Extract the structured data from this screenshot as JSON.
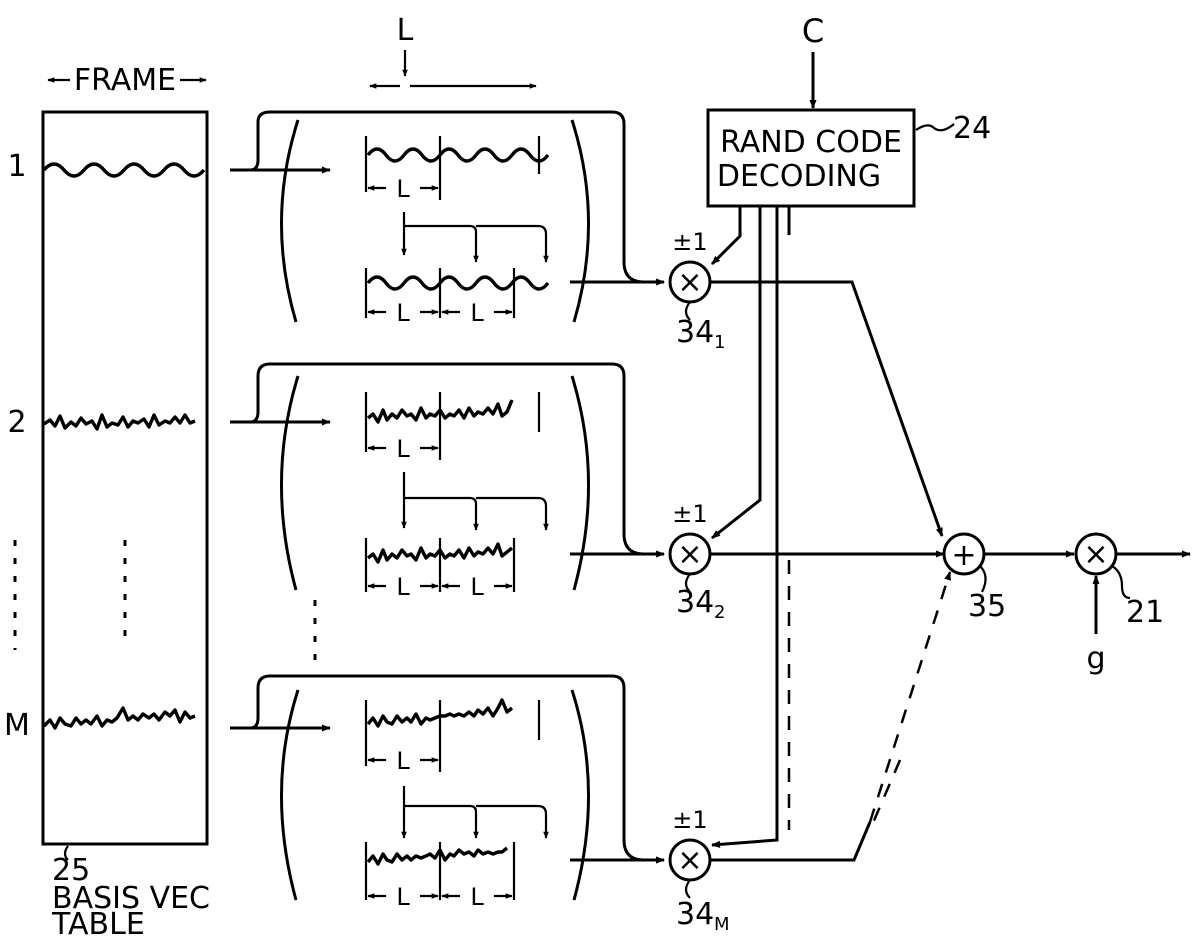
{
  "labels": {
    "frame": "FRAME",
    "l_top": "L",
    "c_input": "C",
    "rand_line1": "RAND CODE",
    "rand_line2": "DECODING",
    "ref_24": "24",
    "row1": "1",
    "row2": "2",
    "rowM": "M",
    "table_ref": "25",
    "table_line1": "BASIS VEC",
    "table_line2": "TABLE",
    "segment_L": "L",
    "sign_pm1": "±1",
    "mult_sign": "×",
    "add_sign": "+",
    "ref_34": "34",
    "sub_1": "1",
    "sub_2": "2",
    "sub_M": "M",
    "ref_35": "35",
    "ref_21": "21",
    "gain_g": "g"
  }
}
